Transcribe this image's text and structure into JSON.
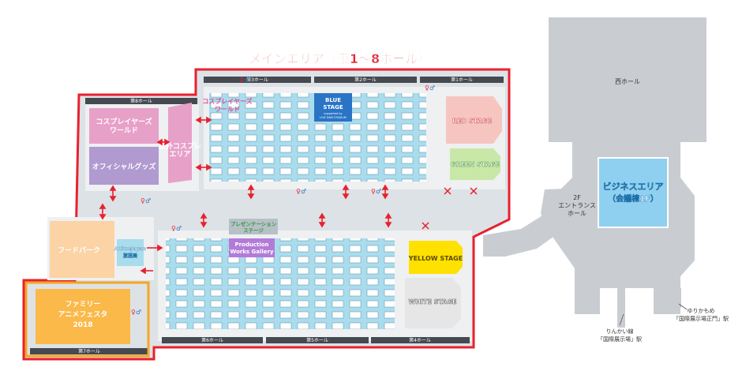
{
  "title": "メインエリア（東1〜8ホール）",
  "halls": {
    "h1": "第1ホール",
    "h2": "第2ホール",
    "h3": "第3ホール",
    "h4": "第4ホール",
    "h5": "第5ホール",
    "h6": "第6ホール",
    "h7": "第7ホール",
    "h8": "第8ホール"
  },
  "zones": {
    "cosplayer_world_left": [
      "コスプレイヤーズ",
      "ワールド"
    ],
    "cosplayer_world_top": [
      "コスプレイヤーズ",
      "ワールド"
    ],
    "official_goods": "オフィシャルグッズ",
    "outdoor_cosplay": [
      "屋外コスプレ",
      "エリア"
    ],
    "food_park": "フードパーク",
    "animejapan_booth": [
      "AnimeJapan",
      "放送局"
    ],
    "family_fest": [
      "ファミリー",
      "アニメフェスタ",
      "2018"
    ],
    "presentation_stage": [
      "プレゼンテーション",
      "ステージ"
    ],
    "production_works": [
      "Production",
      "Works Gallery"
    ],
    "blue_stage": [
      "BLUE",
      "STAGE"
    ],
    "blue_stage_sub": [
      "supported by",
      "LIVE DAM STADIUM"
    ]
  },
  "stages": {
    "red": "RED STAGE",
    "green": "GREEN STAGE",
    "yellow": "YELLOW STAGE",
    "white": "WHITE STAGE"
  },
  "outside": {
    "west_hall": "西ホール",
    "business_area": [
      "ビジネスエリア",
      "（会議棟1F）"
    ],
    "entrance": [
      "2F",
      "エントランス",
      "ホール"
    ],
    "rinkai": [
      "りんかい線",
      "「国際展示場」駅"
    ],
    "yurikamome": [
      "ゆりかもめ",
      "「国際展示場正門」駅"
    ]
  },
  "colors": {
    "frame_red": "#e8212e",
    "booth_blue": "#a9dcec",
    "cosplay_pink": "#e7a0c8",
    "goods_purple": "#b09ad0",
    "food_orange": "#fbd3a4",
    "family_orange": "#fbb94a",
    "family_border": "#f5a623",
    "green_stage": "#c9e8a8",
    "red_stage": "#f7c5bf",
    "yellow_stage": "#ffe100",
    "white_stage": "#e6e6e6",
    "business_blue": "#8fd0f0",
    "building_grey": "#c9cdd2"
  }
}
